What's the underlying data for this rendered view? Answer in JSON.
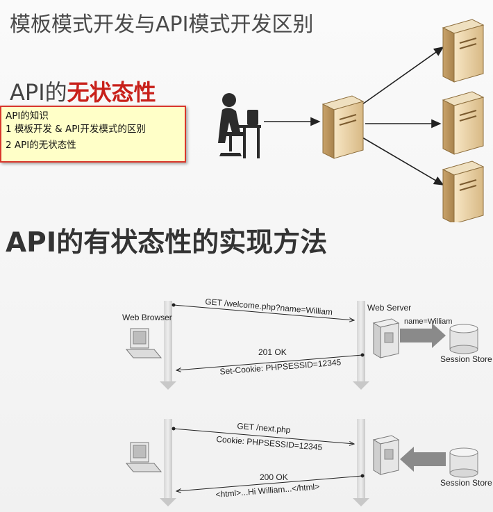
{
  "slide": {
    "title": "模板模式开发与API模式开发区别",
    "subtitle_plain": "API的",
    "subtitle_highlight": "无状态性",
    "heading": "API的有状态性的实现方法"
  },
  "note": {
    "line1": "API的知识",
    "line2": "1 模板开发 & API开发模式的区别",
    "line3": "2 API的无状态性"
  },
  "diagram1": {
    "browser_label": "Web Browser",
    "server_label": "Web Server",
    "store_label": "Session Store",
    "request_line": "GET /welcome.php?name=William",
    "server_to_store": "name=William",
    "response_status": "201 OK",
    "response_header": "Set-Cookie: PHPSESSID=12345"
  },
  "diagram2": {
    "store_label": "Session Store",
    "request_line": "GET /next.php",
    "request_header": "Cookie: PHPSESSID=12345",
    "response_status": "200 OK",
    "response_body": "<html>...Hi William...</html>"
  },
  "colors": {
    "highlight": "#c8201a",
    "note_bg": "#ffffc8",
    "note_border": "#d9372b"
  }
}
